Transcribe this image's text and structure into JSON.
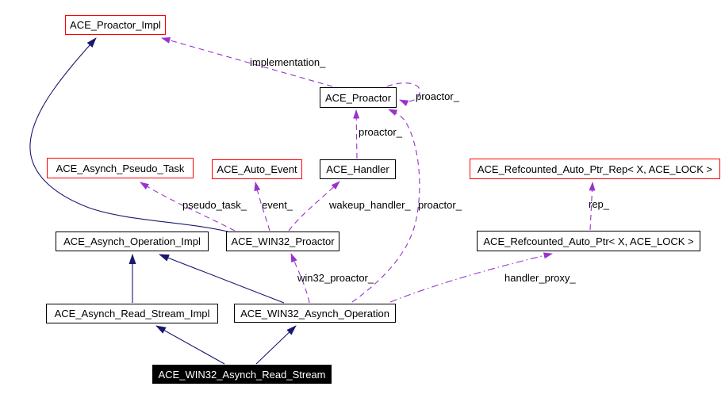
{
  "nodes": [
    {
      "label": "ACE_Proactor_Impl",
      "emphasis": "red"
    },
    {
      "label": "ACE_Proactor",
      "emphasis": "normal"
    },
    {
      "label": "ACE_Asynch_Pseudo_Task",
      "emphasis": "red"
    },
    {
      "label": "ACE_Auto_Event",
      "emphasis": "red"
    },
    {
      "label": "ACE_Handler",
      "emphasis": "normal"
    },
    {
      "label": "ACE_Refcounted_Auto_Ptr_Rep< X, ACE_LOCK >",
      "emphasis": "red"
    },
    {
      "label": "ACE_Asynch_Operation_Impl",
      "emphasis": "normal"
    },
    {
      "label": "ACE_WIN32_Proactor",
      "emphasis": "normal"
    },
    {
      "label": "ACE_Refcounted_Auto_Ptr< X, ACE_LOCK >",
      "emphasis": "normal"
    },
    {
      "label": "ACE_Asynch_Read_Stream_Impl",
      "emphasis": "normal"
    },
    {
      "label": "ACE_WIN32_Asynch_Operation",
      "emphasis": "normal"
    },
    {
      "label": "ACE_WIN32_Asynch_Read_Stream",
      "emphasis": "focus"
    }
  ],
  "edge_labels": [
    {
      "text": "implementation_"
    },
    {
      "text": "proactor_"
    },
    {
      "text": "proactor_"
    },
    {
      "text": "pseudo_task_"
    },
    {
      "text": "event_"
    },
    {
      "text": "wakeup_handler_"
    },
    {
      "text": "proactor_"
    },
    {
      "text": "rep_"
    },
    {
      "text": "win32_proactor_"
    },
    {
      "text": "handler_proxy_"
    }
  ],
  "colors": {
    "inheritance_edge": "#191970",
    "usage_edge": "#9a32cd",
    "highlight_border": "#ff0000",
    "node_border": "#000000",
    "focus_background": "#000000",
    "focus_text": "#ffffff",
    "background": "#ffffff"
  }
}
